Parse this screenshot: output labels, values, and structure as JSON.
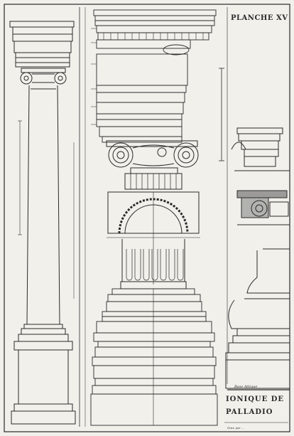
{
  "plate": {
    "label": "PLANCHE XV",
    "title_line1": "IONIQUE DE",
    "title_line2": "PALLADIO",
    "detail_caption": "Base Attique",
    "engraver": "Grav. par ..."
  },
  "colors": {
    "paper": "#f1f0eb",
    "ink": "#2a2a2a",
    "shade": "#555555"
  }
}
